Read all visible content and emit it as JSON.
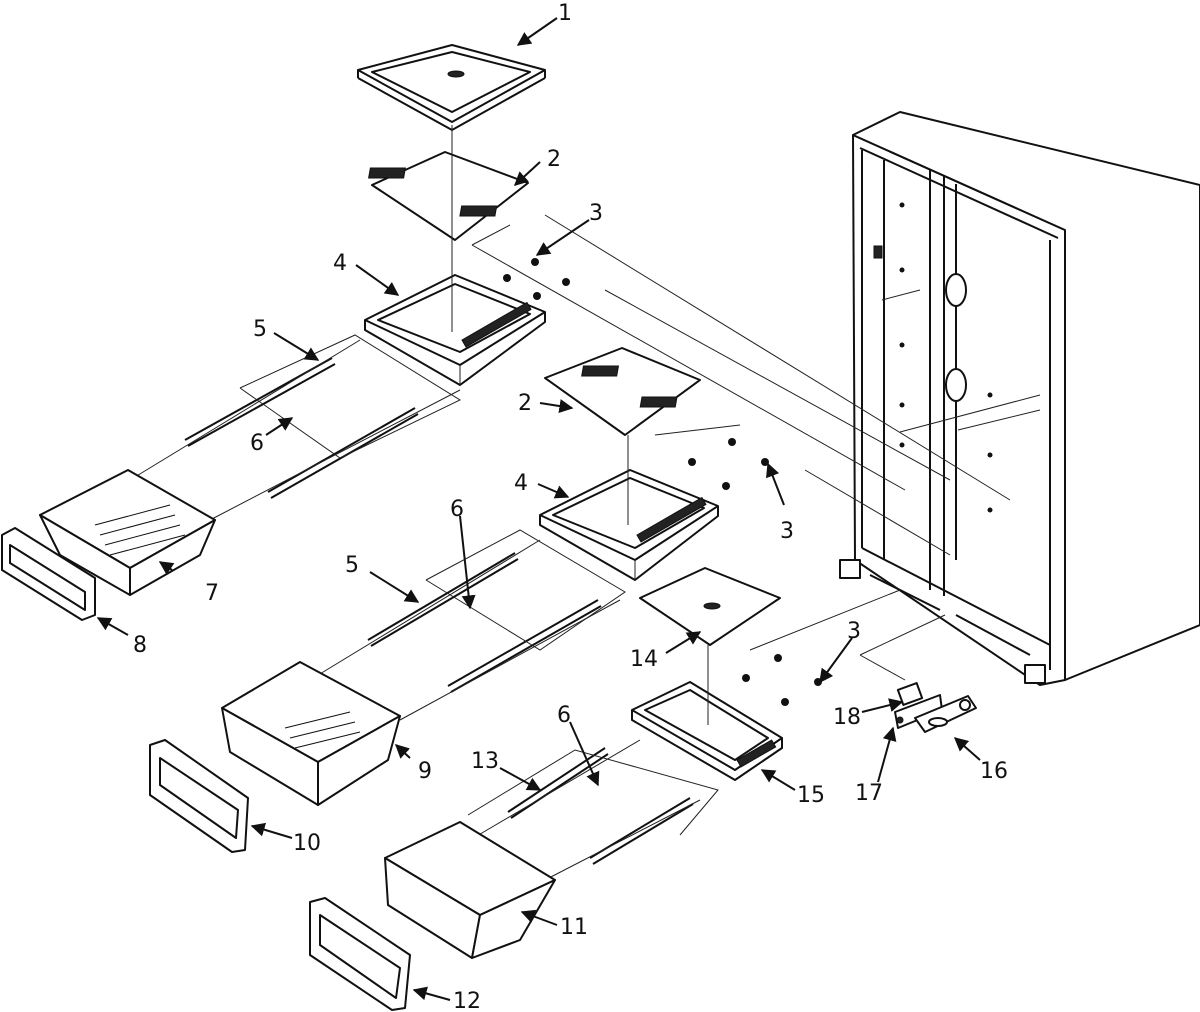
{
  "diagram": {
    "callouts": {
      "c1": "1",
      "c2a": "2",
      "c2b": "2",
      "c3a": "3",
      "c3b": "3",
      "c3c": "3",
      "c4a": "4",
      "c4b": "4",
      "c5a": "5",
      "c5b": "5",
      "c6a": "6",
      "c6b": "6",
      "c6c": "6",
      "c7": "7",
      "c8": "8",
      "c9": "9",
      "c10": "10",
      "c11": "11",
      "c12": "12",
      "c13": "13",
      "c14": "14",
      "c15": "15",
      "c16": "16",
      "c17": "17",
      "c18": "18"
    }
  }
}
